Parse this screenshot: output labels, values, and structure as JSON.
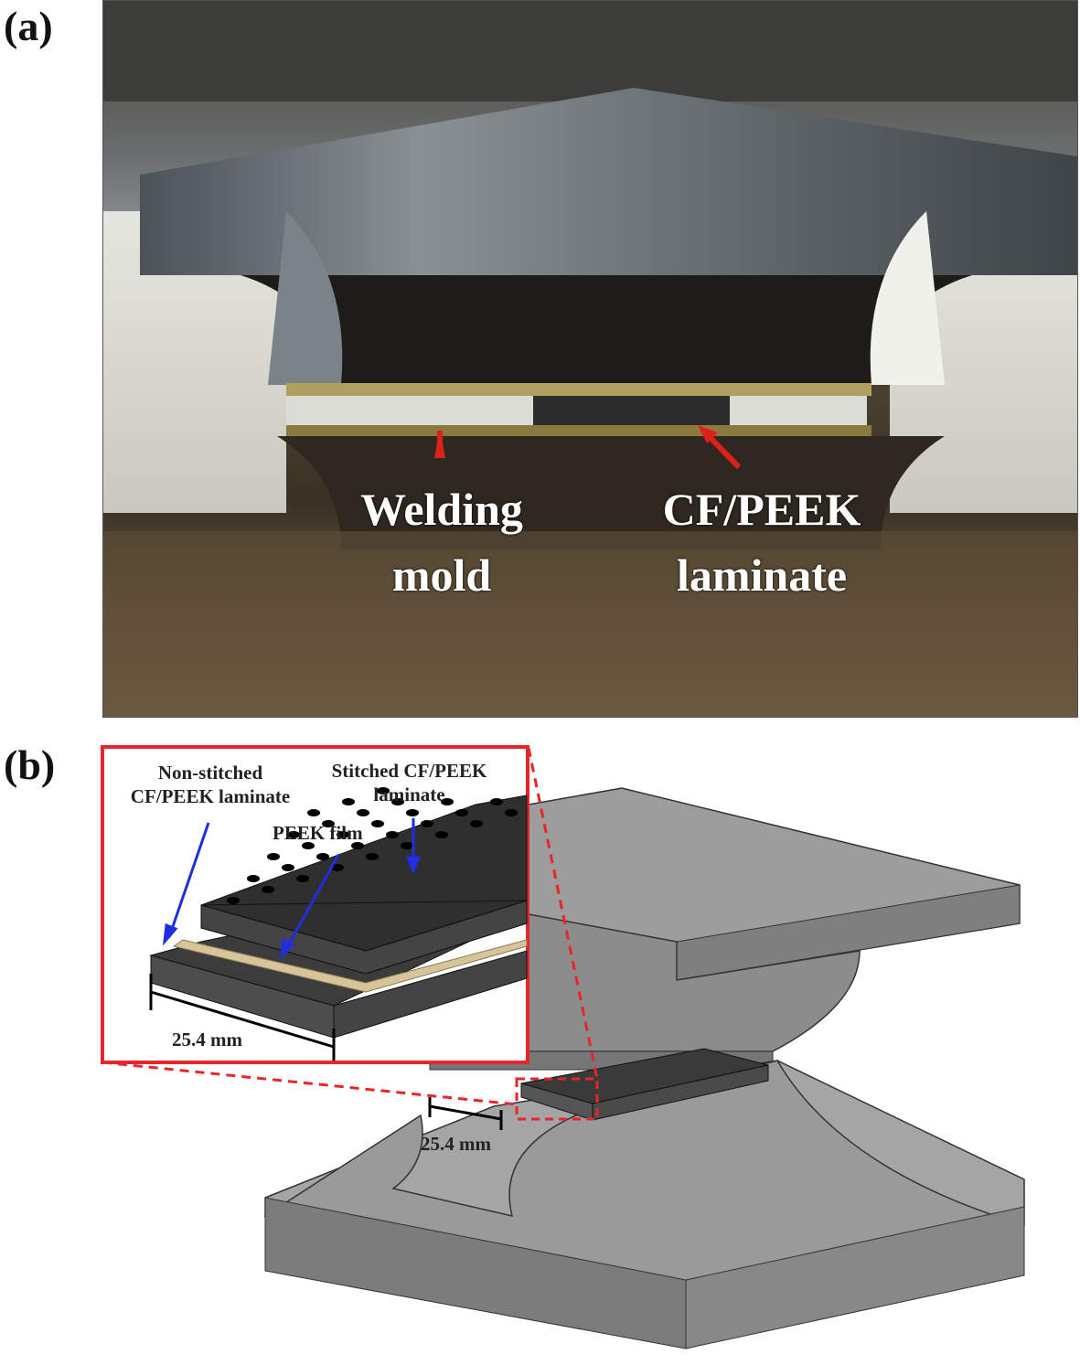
{
  "panel_a": {
    "label": "(a)",
    "annotations": {
      "welding_mold": [
        "Welding",
        "mold"
      ],
      "laminate": [
        "CF/PEEK",
        "laminate"
      ]
    },
    "arrow_color": "#e0201a"
  },
  "panel_b": {
    "label": "(b)",
    "inset": {
      "non_stitched": [
        "Non-stitched",
        "CF/PEEK laminate"
      ],
      "stitched": [
        "Stitched CF/PEEK",
        "laminate"
      ],
      "peek_film": "PEEK film",
      "dimension": "25.4 mm"
    },
    "main_dimension": "25.4 mm",
    "inset_border_color": "#e8262a",
    "pointer_color": "#1f2ee0"
  }
}
